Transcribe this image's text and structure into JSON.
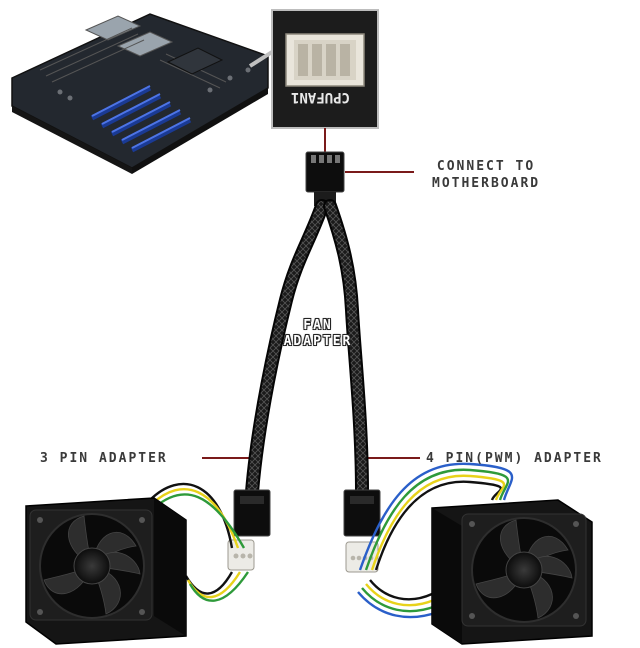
{
  "labels": {
    "connect_line1": "CONNECT TO",
    "connect_line2": "MOTHERBOARD",
    "fan_line1": "FAN",
    "fan_line2": "ADAPTER",
    "three_pin": "3 PIN ADAPTER",
    "four_pin": "4 PIN(PWM) ADAPTER",
    "header_name": "CPUFAN1"
  },
  "colors": {
    "leader_line": "#7a1a1a",
    "wire_black": "#111111",
    "wire_yellow": "#e8d21a",
    "wire_green": "#2e9a3a",
    "wire_blue": "#2a5fc9",
    "pcb": "#2a2f36",
    "pci_slot": "#2d54c8"
  }
}
